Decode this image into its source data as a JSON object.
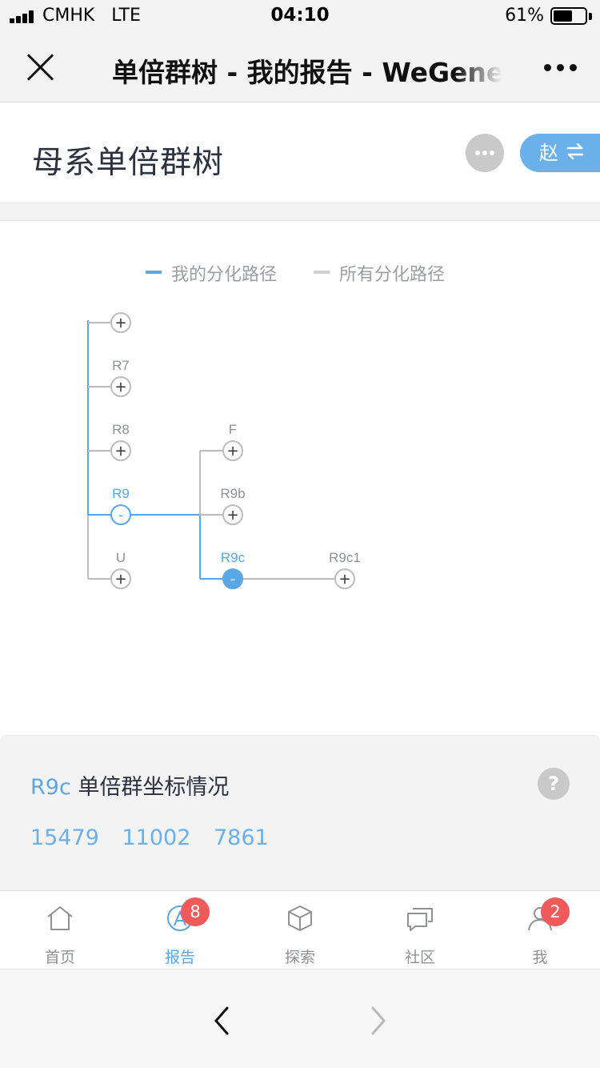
{
  "status_bar": {
    "carrier": "CMHK",
    "network": "LTE",
    "time": "04:10",
    "battery_percent": "61%",
    "battery_level": 0.61
  },
  "nav": {
    "title": "单倍群树 - 我的报告 - WeGene"
  },
  "header": {
    "title": "母系单倍群树",
    "user_label": "赵"
  },
  "legend": {
    "my_path": "我的分化路径",
    "all_paths": "所有分化路径",
    "my_color": "#5aa7e6",
    "all_color": "#cfcfcf"
  },
  "tree": {
    "nodes": [
      {
        "id": "top",
        "label": "",
        "symbol": "+",
        "on_path": false
      },
      {
        "id": "R7",
        "label": "R7",
        "symbol": "+",
        "on_path": false
      },
      {
        "id": "R8",
        "label": "R8",
        "symbol": "+",
        "on_path": false
      },
      {
        "id": "R9",
        "label": "R9",
        "symbol": "-",
        "on_path": true
      },
      {
        "id": "U",
        "label": "U",
        "symbol": "+",
        "on_path": false
      },
      {
        "id": "F",
        "label": "F",
        "symbol": "+",
        "on_path": false
      },
      {
        "id": "R9b",
        "label": "R9b",
        "symbol": "+",
        "on_path": false
      },
      {
        "id": "R9c",
        "label": "R9c",
        "symbol": "-",
        "on_path": true,
        "selected": true
      },
      {
        "id": "R9c1",
        "label": "R9c1",
        "symbol": "+",
        "on_path": false
      }
    ]
  },
  "coords": {
    "haplogroup": "R9c",
    "title_suffix": " 单倍群坐标情况",
    "help": "?",
    "values": [
      "15479",
      "11002",
      "7861"
    ]
  },
  "tabs": [
    {
      "label": "首页",
      "icon": "home-icon"
    },
    {
      "label": "报告",
      "icon": "report-icon",
      "badge": "8",
      "active": true
    },
    {
      "label": "探索",
      "icon": "cube-icon"
    },
    {
      "label": "社区",
      "icon": "chat-icon"
    },
    {
      "label": "我",
      "icon": "person-icon",
      "badge": "2"
    }
  ],
  "colors": {
    "accent": "#5aa7e6",
    "badge": "#ef5a5a",
    "tree_gray": "#bdbdbd"
  }
}
